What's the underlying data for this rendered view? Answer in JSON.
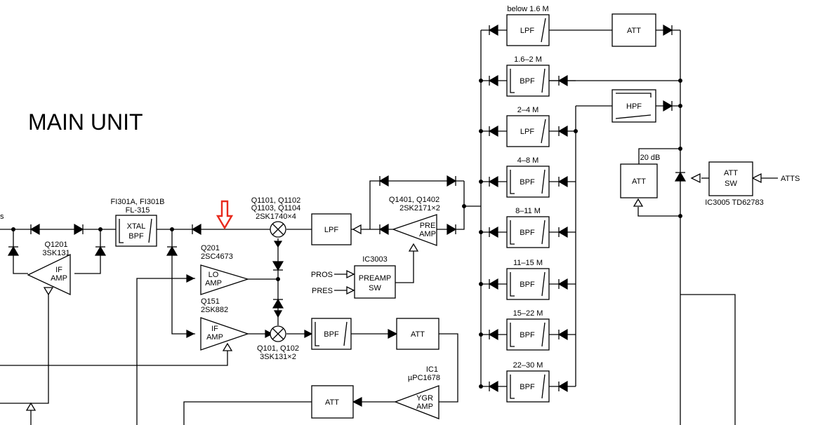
{
  "title": "MAIN UNIT",
  "fragment": "s",
  "labels": {
    "q1201": "Q1201",
    "q1201_part": "3SK131",
    "fi301": "FI301A, FI301B",
    "fl315": "FL-315",
    "q1101": "Q1101, Q1102",
    "q1103": "Q1103, Q1104",
    "q1101_part": "2SK1740×4",
    "q1401": "Q1401, Q1402",
    "q1401_part": "2SK2171×2",
    "q201": "Q201",
    "q201_part": "2SC4673",
    "q151": "Q151",
    "q151_part": "2SK882",
    "ic3003": "IC3003",
    "q101": "Q101, Q102",
    "q101_part": "3SK131×2",
    "ic1": "IC1",
    "ic1_part": "µPC1678",
    "ic3005": "IC3005 TD62783",
    "pros": "PROS",
    "pres": "PRES",
    "atts": "ATTS",
    "db20": "20 dB"
  },
  "blocks": {
    "if_amp1": [
      "IF",
      "AMP"
    ],
    "xtal_bpf": [
      "XTAL",
      "BPF"
    ],
    "lpf_mid": "LPF",
    "pre_amp": [
      "PRE",
      "AMP"
    ],
    "lo_amp": [
      "LO",
      "AMP"
    ],
    "if_amp2": [
      "IF",
      "AMP"
    ],
    "preamp_sw": [
      "PREAMP",
      "SW"
    ],
    "bpf_mid": "BPF",
    "att_mid": "ATT",
    "ygr_amp": [
      "YGR",
      "AMP"
    ],
    "att_low": "ATT",
    "hpf": "HPF",
    "att_top": "ATT",
    "att_20db": "ATT",
    "att_sw": [
      "ATT",
      "SW"
    ]
  },
  "bands": [
    {
      "label": "below 1.6 M",
      "filter": "LPF"
    },
    {
      "label": "1.6–2 M",
      "filter": "BPF"
    },
    {
      "label": "2–4 M",
      "filter": "LPF"
    },
    {
      "label": "4–8 M",
      "filter": "BPF"
    },
    {
      "label": "8–11 M",
      "filter": "BPF"
    },
    {
      "label": "11–15 M",
      "filter": "BPF"
    },
    {
      "label": "15–22 M",
      "filter": "BPF"
    },
    {
      "label": "22–30 M",
      "filter": "BPF"
    }
  ],
  "marker_color": "#e8291c"
}
